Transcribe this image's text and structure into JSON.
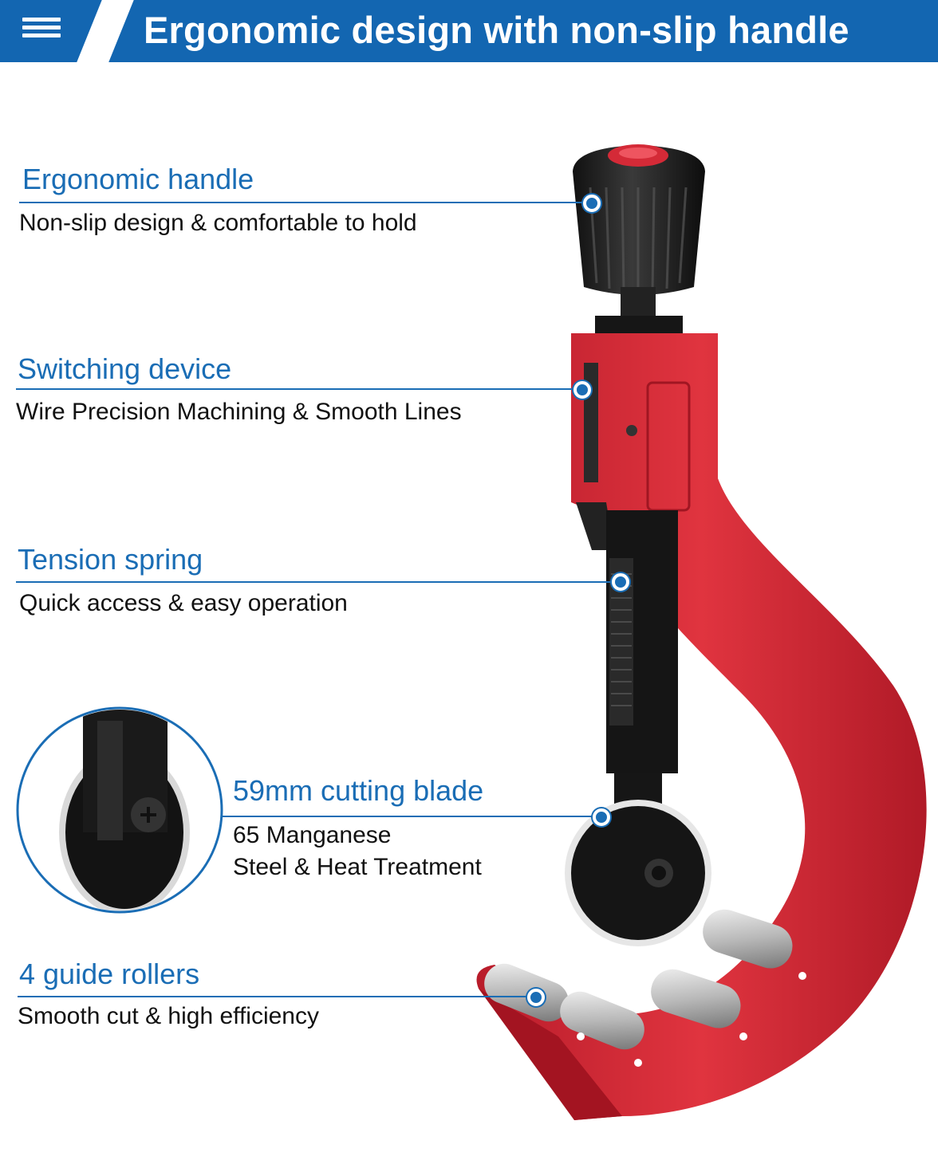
{
  "banner": {
    "title": "Ergonomic design with non-slip handle",
    "menu_icon": "hamburger-menu-icon",
    "background": "#1366b1"
  },
  "callouts": [
    {
      "title": "Ergonomic handle",
      "desc": "Non-slip design & comfortable to hold"
    },
    {
      "title": "Switching device",
      "desc": "Wire Precision Machining & Smooth Lines"
    },
    {
      "title": "Tension spring",
      "desc": "Quick access & easy operation"
    },
    {
      "title": "59mm cutting blade",
      "desc_line1": "65 Manganese",
      "desc_line2": "Steel & Heat Treatment"
    },
    {
      "title": "4 guide rollers",
      "desc": "Smooth cut & high efficiency"
    }
  ],
  "colors": {
    "accent": "#1a6db5",
    "tool_red": "#d42a37",
    "handle_black": "#1b1b1b"
  }
}
